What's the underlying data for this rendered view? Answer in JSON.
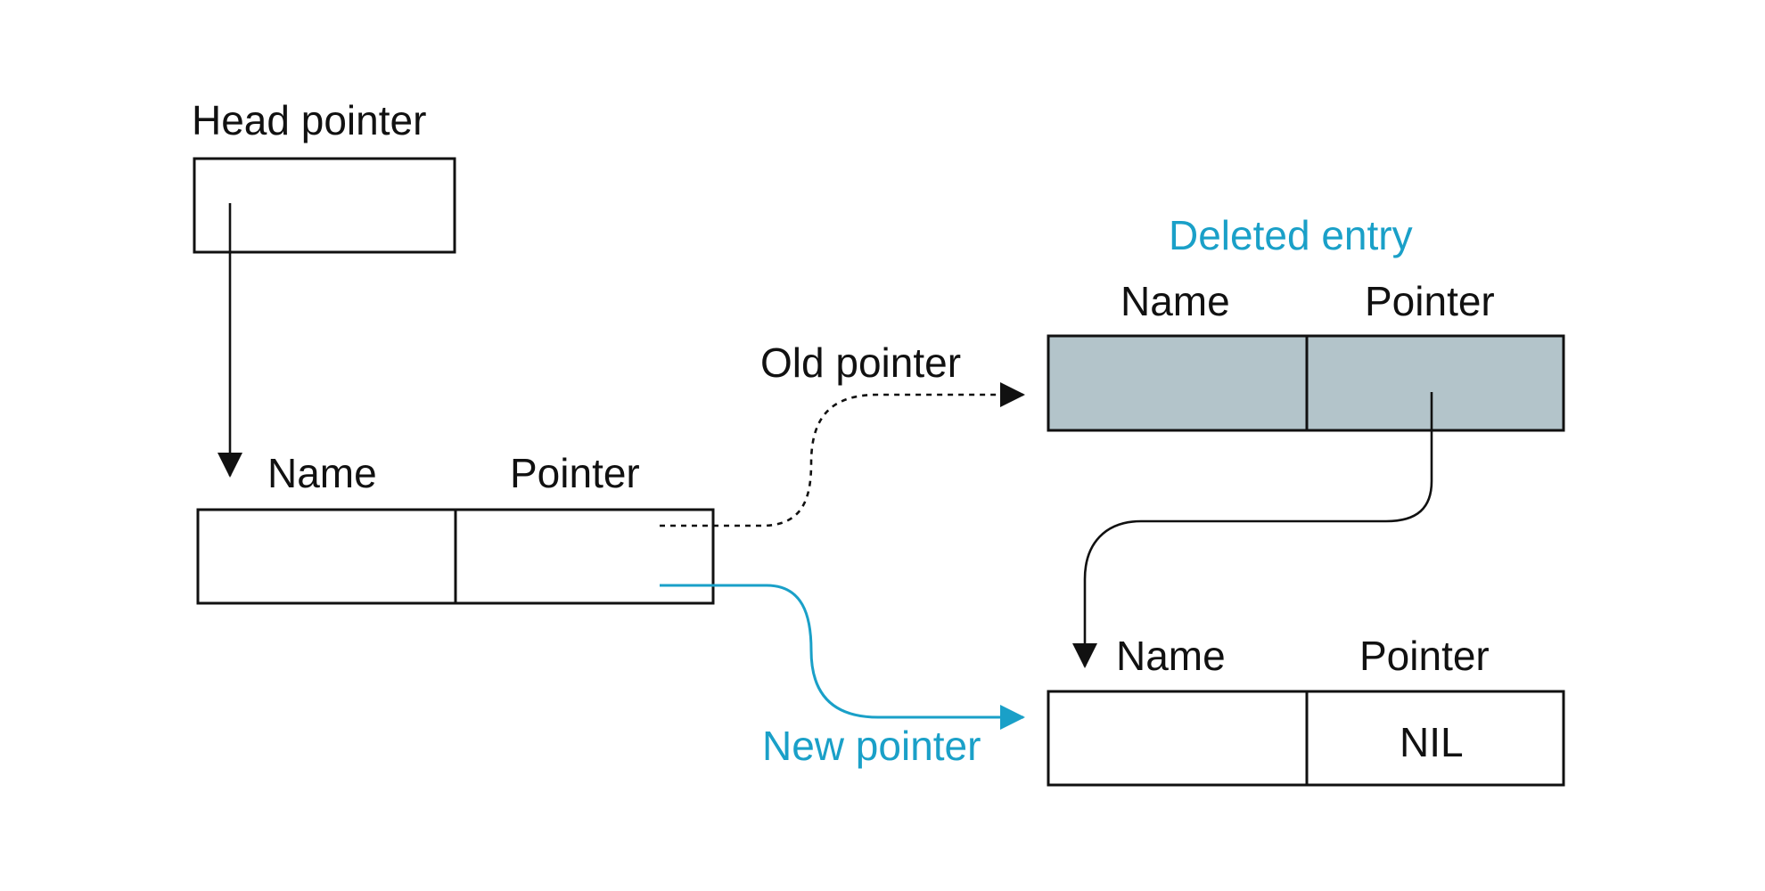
{
  "labels": {
    "head_pointer": "Head pointer",
    "deleted_entry": "Deleted entry",
    "old_pointer": "Old pointer",
    "new_pointer": "New pointer"
  },
  "first_entry": {
    "name": "Name",
    "pointer": "Pointer"
  },
  "deleted_entry": {
    "name": "Name",
    "pointer": "Pointer"
  },
  "last_entry": {
    "name": "Name",
    "pointer": "Pointer",
    "pointer_value": "NIL"
  },
  "colors": {
    "accent": "#1aa0c8",
    "deleted_fill": "#b3c4ca",
    "stroke": "#111111"
  }
}
